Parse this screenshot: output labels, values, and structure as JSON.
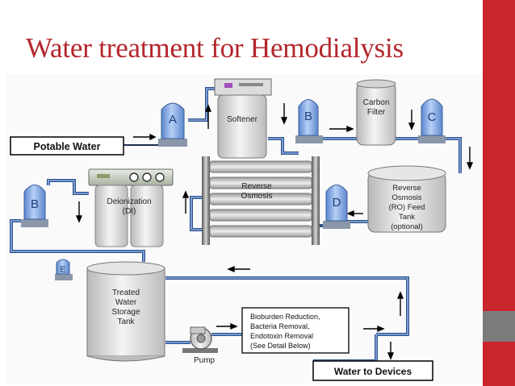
{
  "slide": {
    "title": "Water treatment for Hemodialysis"
  },
  "diagram": {
    "potable_water": "Potable Water",
    "water_to_devices": "Water to Devices",
    "softener": "Softener",
    "carbon_filter": [
      "Carbon",
      "Filter"
    ],
    "ro_feed_tank": [
      "Reverse",
      "Osmosis",
      "(RO) Feed",
      "Tank",
      "(optional)"
    ],
    "reverse_osmosis": [
      "Reverse",
      "Osmosis"
    ],
    "deionization": [
      "Deionization",
      "(DI)"
    ],
    "storage_tank": [
      "Treated",
      "Water",
      "Storage",
      "Tank"
    ],
    "bioburden_box": [
      "Bioburden Reduction,",
      "Bacteria Removal,",
      "Endotoxin Removal",
      "(See Detail Below)"
    ],
    "pump": "Pump",
    "filters": {
      "a": "A",
      "b1": "B",
      "c": "C",
      "d": "D",
      "b2": "B",
      "e": "E"
    }
  },
  "colors": {
    "title_red": "#b3262c",
    "accent_red": "#c8262c",
    "accent_gray": "#7b7b7b",
    "filter_blue": "#7fa8e6",
    "pipe_blue": "#5a7fb8"
  }
}
